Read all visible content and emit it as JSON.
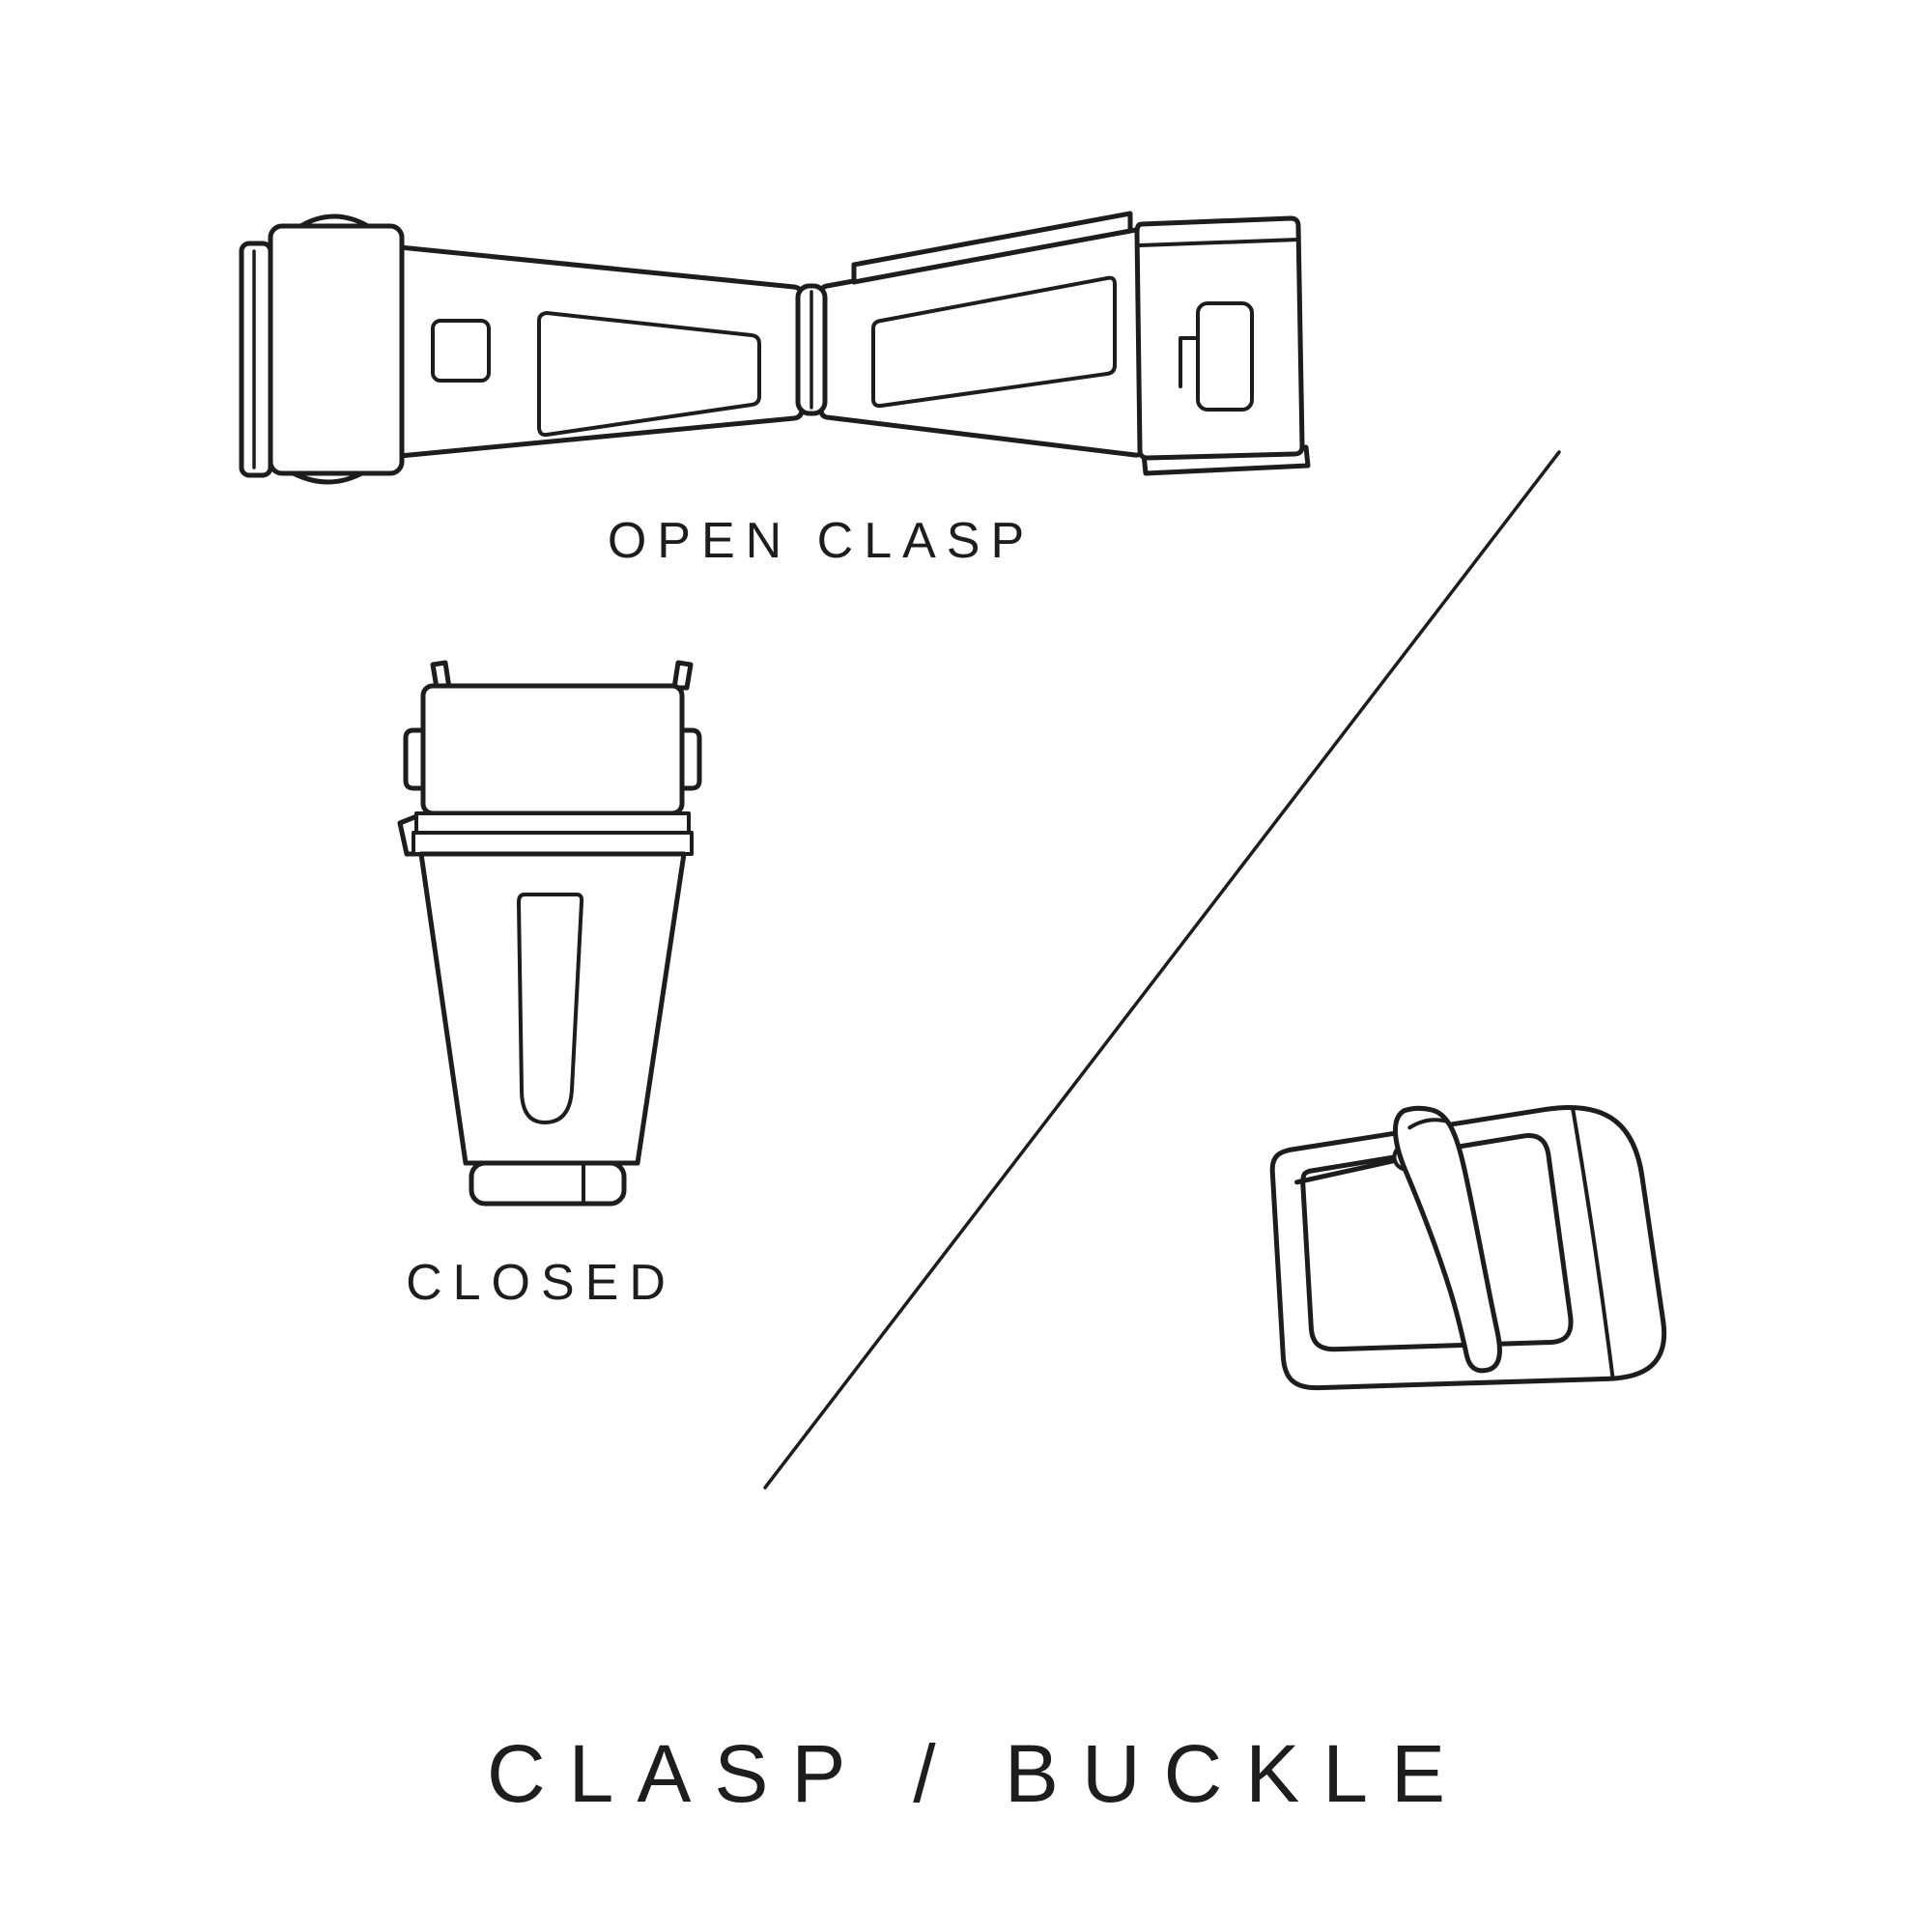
{
  "title": "CLASP / BUCKLE",
  "labels": {
    "open_clasp": "OPEN CLASP",
    "closed": "CLOSED"
  },
  "colors": {
    "ink": "#1d1d1d",
    "background": "#ffffff"
  },
  "icons": {
    "open_clasp_illustration": "open-deployant-clasp-line-drawing",
    "closed_clasp_illustration": "closed-clasp-line-drawing",
    "buckle_illustration": "tang-buckle-line-drawing",
    "divider": "diagonal-divider-line"
  }
}
